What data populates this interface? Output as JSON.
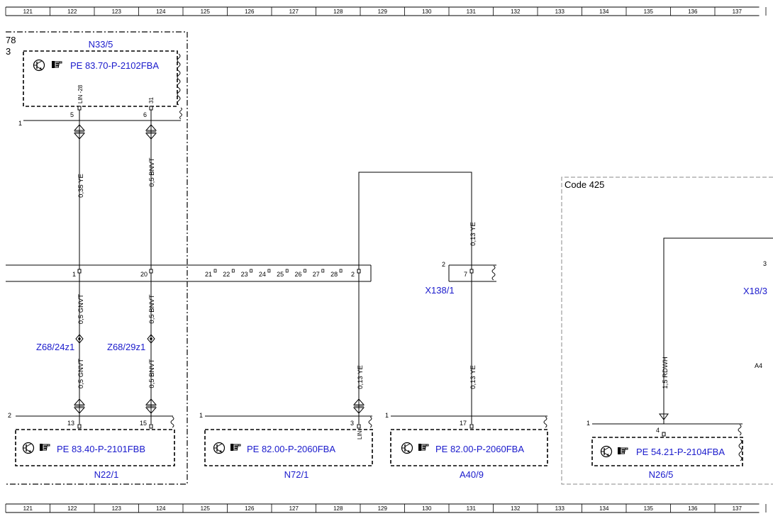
{
  "ruler": {
    "labels": [
      "121",
      "122",
      "123",
      "124",
      "125",
      "126",
      "127",
      "128",
      "129",
      "130",
      "131",
      "132",
      "133",
      "134",
      "135",
      "136",
      "137"
    ]
  },
  "corner": {
    "line1": "78",
    "line2": "3"
  },
  "modules": {
    "n33": {
      "name": "N33/5",
      "pe": "PE 83.70-P-2102FBA",
      "marker": "1",
      "pin_a": "5",
      "pin_a_name": "LIN -28",
      "pin_b": "6",
      "pin_b_name": "31"
    },
    "n22": {
      "name": "N22/1",
      "pe": "PE 83.40-P-2101FBB",
      "marker": "2",
      "pin_a": "13",
      "pin_b": "15"
    },
    "n72": {
      "name": "N72/1",
      "pe": "PE 82.00-P-2060FBA",
      "marker": "1",
      "pin": "3",
      "pin_name": "LIN"
    },
    "a40": {
      "name": "A40/9",
      "pe": "PE 82.00-P-2060FBA",
      "marker": "1",
      "pin": "17"
    },
    "n26": {
      "name": "N26/5",
      "pe": "PE 54.21-P-2104FBA",
      "marker": "1",
      "pin": "4"
    }
  },
  "connector_bar": {
    "pin_left": "1",
    "pin_mid": "20",
    "pins": [
      "21",
      "22",
      "23",
      "24",
      "25",
      "26",
      "27",
      "28"
    ],
    "pin_right": "2"
  },
  "x138": {
    "name": "X138/1",
    "marker": "2",
    "pin": "7"
  },
  "x18": {
    "name": "X18/3",
    "marker": "3"
  },
  "a4_label": "A4",
  "code_label": "Code 425",
  "splices": {
    "left": "Z68/24z1",
    "right": "Z68/29z1"
  },
  "wires": {
    "w1_top": "0,35 YE",
    "w2_top": "0,5 BNVT",
    "w1_mid": "0,5 GNVT",
    "w2_mid": "0,5 BNVT",
    "w1_low": "0,5 GNVT",
    "w2_low": "0,5 BNVT",
    "w3": "0,13 YE",
    "w4_top": "0,13 YE",
    "w4_low": "0,13 YE",
    "w5": "1,5 RDWH"
  },
  "icons": {
    "component_icon": "transistor-icon",
    "reference_icon": "pointing-hand-icon"
  }
}
